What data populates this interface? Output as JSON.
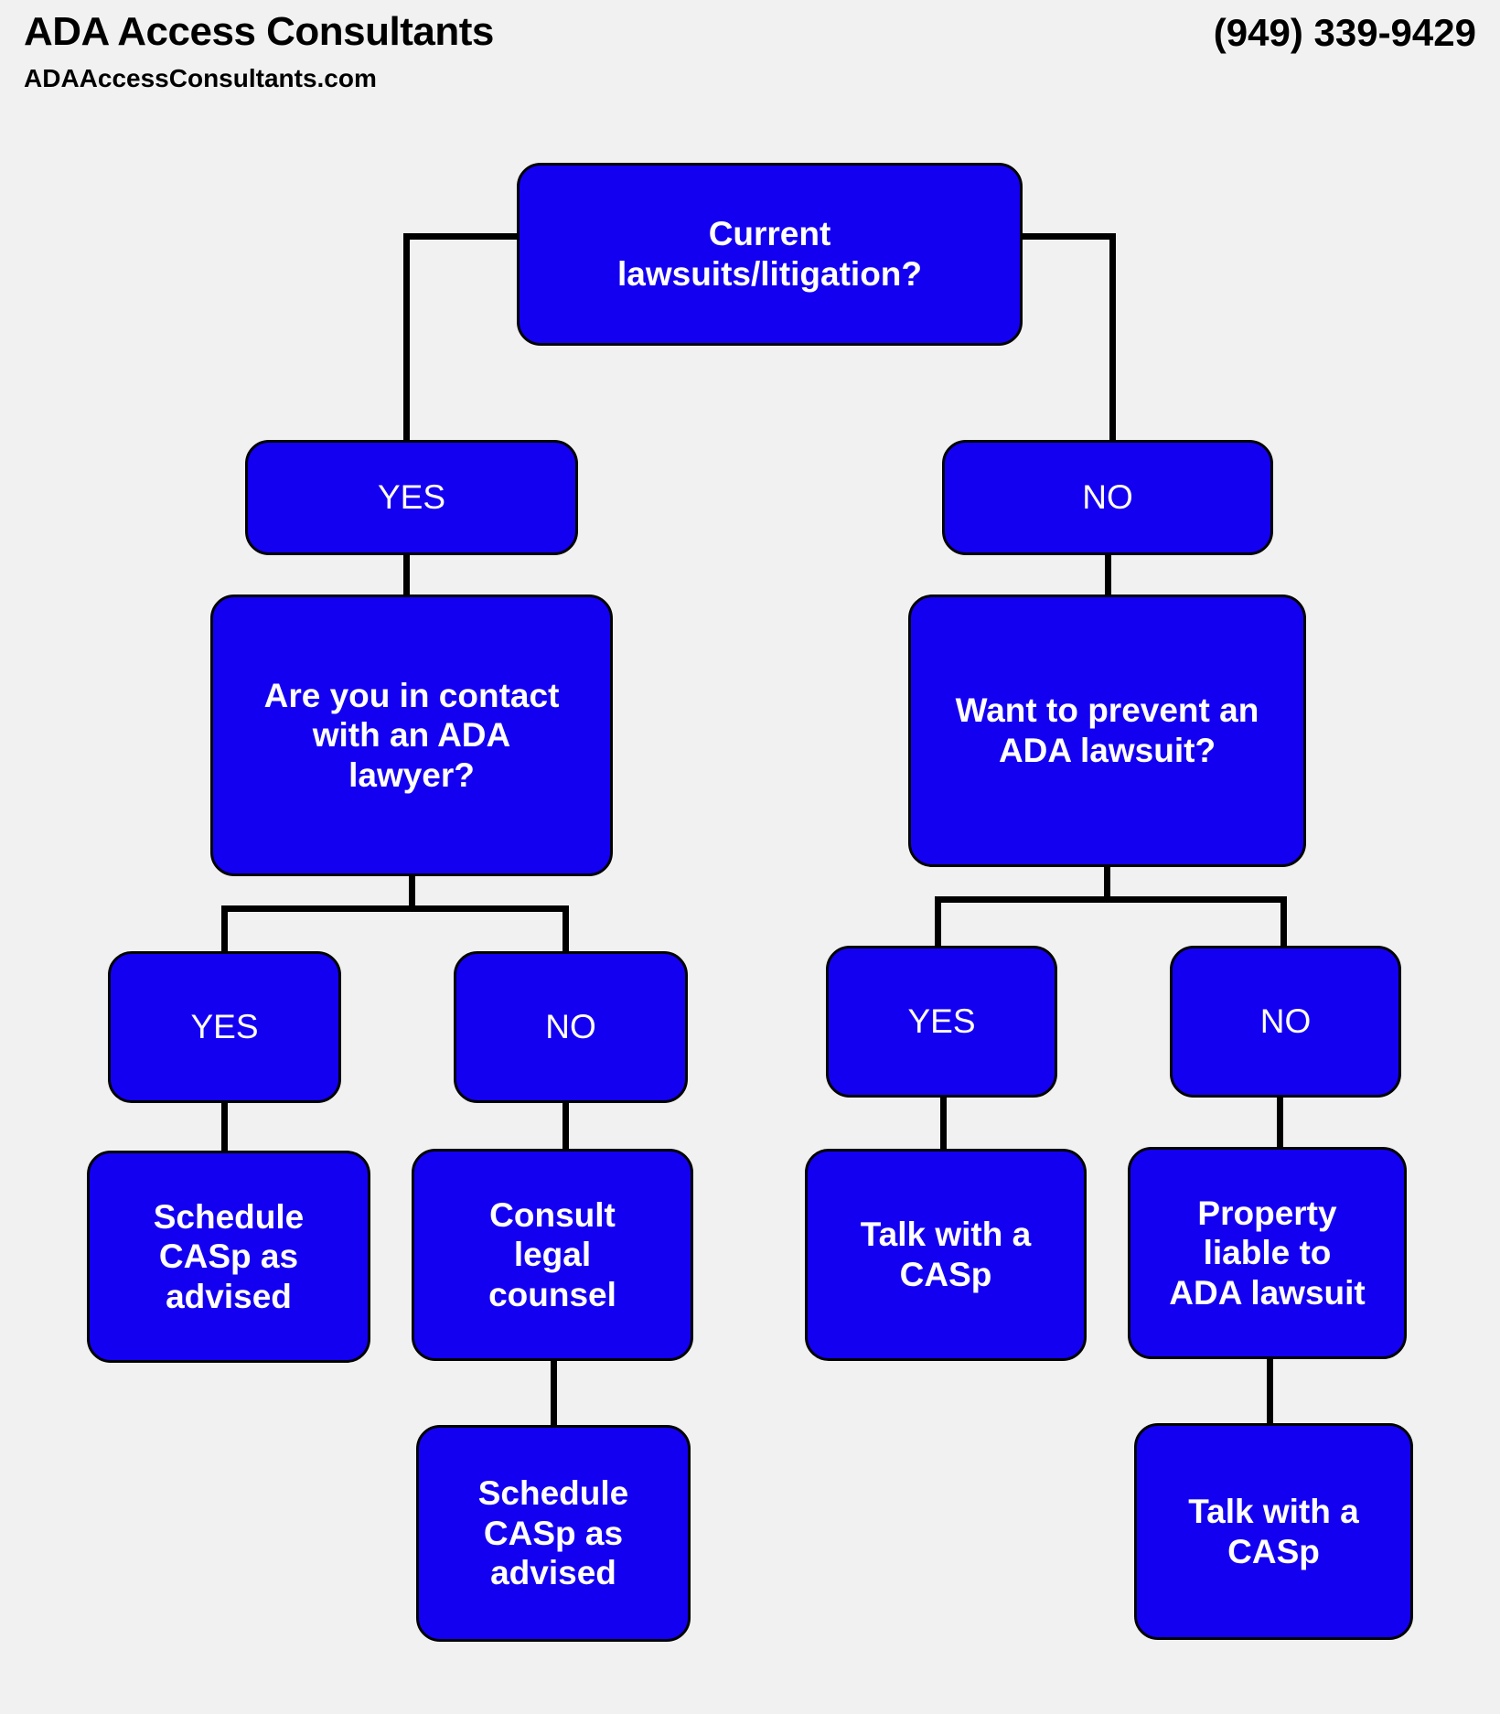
{
  "header": {
    "company": "ADA Access Consultants",
    "website": "ADAAccessConsultants.com",
    "phone": "(949) 339-9429"
  },
  "colors": {
    "node_fill": "#1400f0",
    "node_border": "#000000",
    "node_text": "#ffffff",
    "page_background": "#f1f1f1",
    "connector": "#000000"
  },
  "chart_data": {
    "type": "diagram",
    "title": "ADA lawsuit decision flowchart",
    "nodes": [
      {
        "id": "root",
        "label": "Current\nlawsuits/litigation?",
        "kind": "question"
      },
      {
        "id": "yes1",
        "label": "YES",
        "kind": "answer"
      },
      {
        "id": "no1",
        "label": "NO",
        "kind": "answer"
      },
      {
        "id": "lawyer_q",
        "label": "Are you in contact\nwith an ADA\nlawyer?",
        "kind": "question"
      },
      {
        "id": "prevent_q",
        "label": "Want to prevent an\nADA lawsuit?",
        "kind": "question"
      },
      {
        "id": "yes2",
        "label": "YES",
        "kind": "answer"
      },
      {
        "id": "no2",
        "label": "NO",
        "kind": "answer"
      },
      {
        "id": "yes3",
        "label": "YES",
        "kind": "answer"
      },
      {
        "id": "no3",
        "label": "NO",
        "kind": "answer"
      },
      {
        "id": "schedule1",
        "label": "Schedule\nCASp as\nadvised",
        "kind": "outcome"
      },
      {
        "id": "consult",
        "label": "Consult\nlegal\ncounsel",
        "kind": "outcome"
      },
      {
        "id": "talk1",
        "label": "Talk with a\nCASp",
        "kind": "outcome"
      },
      {
        "id": "liable",
        "label": "Property\nliable to\nADA lawsuit",
        "kind": "outcome"
      },
      {
        "id": "schedule2",
        "label": "Schedule\nCASp as\nadvised",
        "kind": "outcome"
      },
      {
        "id": "talk2",
        "label": "Talk with a\nCASp",
        "kind": "outcome"
      }
    ],
    "edges": [
      {
        "from": "root",
        "to": "yes1"
      },
      {
        "from": "root",
        "to": "no1"
      },
      {
        "from": "yes1",
        "to": "lawyer_q"
      },
      {
        "from": "no1",
        "to": "prevent_q"
      },
      {
        "from": "lawyer_q",
        "to": "yes2"
      },
      {
        "from": "lawyer_q",
        "to": "no2"
      },
      {
        "from": "prevent_q",
        "to": "yes3"
      },
      {
        "from": "prevent_q",
        "to": "no3"
      },
      {
        "from": "yes2",
        "to": "schedule1"
      },
      {
        "from": "no2",
        "to": "consult"
      },
      {
        "from": "consult",
        "to": "schedule2"
      },
      {
        "from": "yes3",
        "to": "talk1"
      },
      {
        "from": "no3",
        "to": "liable"
      },
      {
        "from": "liable",
        "to": "talk2"
      }
    ]
  }
}
